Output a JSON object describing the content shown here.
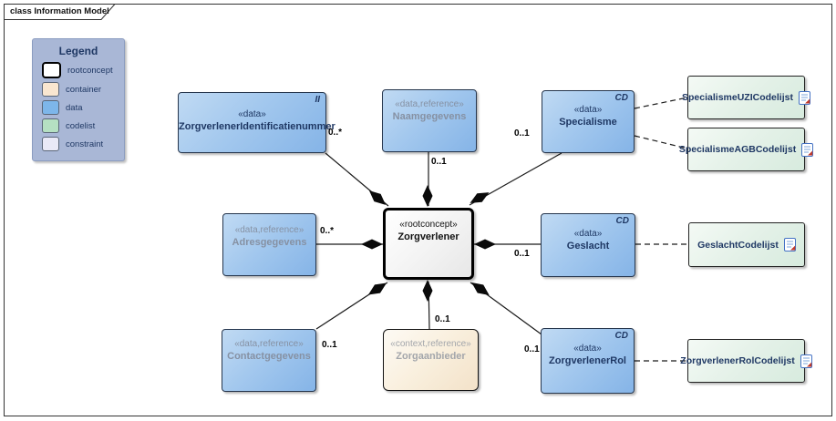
{
  "frame": {
    "title": "class Information Model"
  },
  "legend": {
    "title": "Legend",
    "items": [
      {
        "label": "rootconcept",
        "color": "#ffffff"
      },
      {
        "label": "container",
        "color": "#f9e6d0"
      },
      {
        "label": "data",
        "color": "#7db6ea"
      },
      {
        "label": "codelist",
        "color": "#b5e0c2"
      },
      {
        "label": "constraint",
        "color": "#e9e9f7"
      }
    ]
  },
  "nodes": {
    "identificatienummer": {
      "stereotype": "«data»",
      "name": "ZorgverlenerIdentificatienummer",
      "marker": "II"
    },
    "naamgegevens": {
      "stereotype": "«data,reference»",
      "name": "Naamgegevens"
    },
    "specialisme": {
      "stereotype": "«data»",
      "name": "Specialisme",
      "marker": "CD"
    },
    "adresgegevens": {
      "stereotype": "«data,reference»",
      "name": "Adresgegevens"
    },
    "zorgverlener": {
      "stereotype": "«rootconcept»",
      "name": "Zorgverlener"
    },
    "geslacht": {
      "stereotype": "«data»",
      "name": "Geslacht",
      "marker": "CD"
    },
    "contactgegevens": {
      "stereotype": "«data,reference»",
      "name": "Contactgegevens"
    },
    "zorgaanbieder": {
      "stereotype": "«context,reference»",
      "name": "Zorgaanbieder"
    },
    "zorgverlenerrol": {
      "stereotype": "«data»",
      "name": "ZorgverlenerRol",
      "marker": "CD"
    }
  },
  "codelists": {
    "uzi": {
      "name": "SpecialismeUZICodelijst"
    },
    "agb": {
      "name": "SpecialismeAGBCodelijst"
    },
    "geslacht": {
      "name": "GeslachtCodelijst"
    },
    "rol": {
      "name": "ZorgverlenerRolCodelijst"
    }
  },
  "multiplicities": {
    "identificatienummer": "0..*",
    "naamgegevens": "0..1",
    "specialisme": "0..1",
    "adresgegevens": "0..*",
    "geslacht": "0..1",
    "contactgegevens": "0..1",
    "zorgaanbieder": "0..1",
    "zorgverlenerrol": "0..1"
  },
  "colors": {
    "data_fill": "#9cc3ec",
    "codelist_fill": "#e1efe6",
    "container_fill": "#f7ecda",
    "root_fill": "#f4f4f4",
    "legend_bg": "#a9b7d6",
    "navy_text": "#1f3864",
    "line": "#1a1a1a"
  }
}
